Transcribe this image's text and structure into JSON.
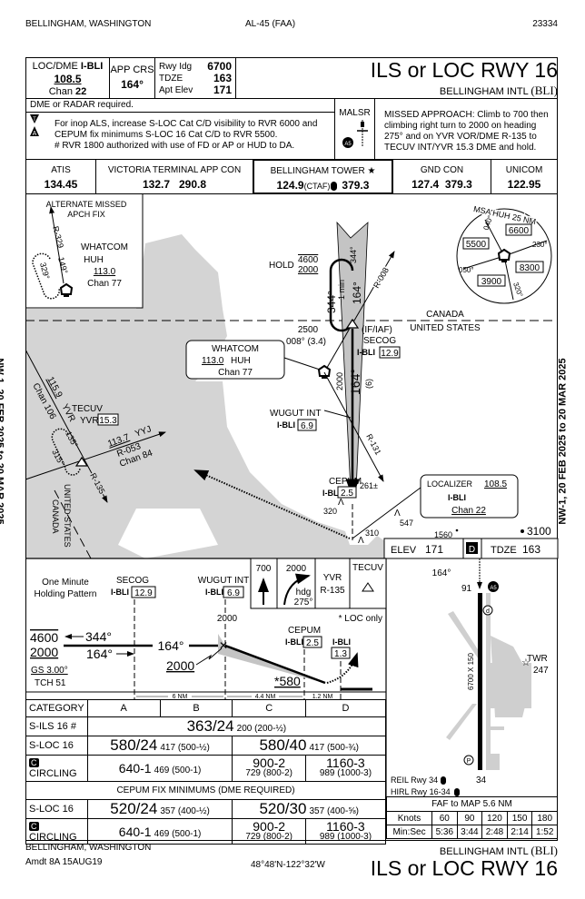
{
  "header": {
    "location": "BELLINGHAM, WASHINGTON",
    "procedure_id": "AL-45 (FAA)",
    "chart_number": "23334",
    "title": "ILS or LOC RWY 16",
    "airport": "BELLINGHAM INTL",
    "airport_id": "(BLI)"
  },
  "side_note": "NW-1, 20 FEB 2025 to 20 MAR 2025",
  "briefing": {
    "loc_label": "LOC/DME",
    "loc_id": "I-BLI",
    "loc_freq": "108.5",
    "chan_label": "Chan",
    "chan": "22",
    "app_crs_label": "APP CRS",
    "app_crs": "164°",
    "rwy_ldg_label": "Rwy Idg",
    "rwy_ldg": "6700",
    "tdze_label": "TDZE",
    "tdze": "163",
    "apt_elev_label": "Apt Elev",
    "apt_elev": "171"
  },
  "notes": {
    "required": "DME or RADAR required.",
    "lines": [
      "For inop ALS, increase S-LOC Cat C/D visibility to RVR 6000 and",
      "CEPUM fix minimums S-LOC 16 Cat C/D to RVR 5500.",
      "# RVR 1800 authorized with use of FD or AP or HUD to DA."
    ],
    "lighting": "MALSR",
    "lighting_badge": "A5",
    "missed": "MISSED APPROACH: Climb to 700 then climbing right turn to 2000 on heading 275° and on YVR VOR/DME R-135 to TECUV INT/YVR 15.3 DME and hold."
  },
  "comms": [
    {
      "label": "ATIS",
      "freq": "134.45"
    },
    {
      "label": "VICTORIA TERMINAL APP CON",
      "freq": "132.7   290.8"
    },
    {
      "label": "BELLINGHAM TOWER ★",
      "freq": "124.9",
      "ctaf": "(CTAF)",
      "freq2": "379.3"
    },
    {
      "label": "GND CON",
      "freq": "127.4  379.3"
    },
    {
      "label": "UNICOM",
      "freq": "122.95"
    }
  ],
  "plan": {
    "alt_title1": "ALTERNATE MISSED",
    "alt_title2": "APCH FIX",
    "alt_r329": "R-329",
    "alt_149": "149°",
    "alt_329": "329°",
    "alt_whatcom": "WHATCOM",
    "alt_huh": "HUH",
    "alt_freq": "113.0",
    "alt_chan": "Chan 77",
    "hold": "HOLD",
    "hold_alt_max": "4600",
    "hold_alt_min": "2000",
    "hold_min": "1 min",
    "hold_344": "344°",
    "crs_344": "344°",
    "crs_164a": "164°",
    "r008": "R-008",
    "alt_2500": "2500",
    "crs_008": "008° (3.4)",
    "whatcom_name": "WHATCOM",
    "whatcom_freq": "113.0",
    "whatcom_id": "HUH",
    "whatcom_chan": "Chan 77",
    "canada": "CANADA",
    "us": "UNITED STATES",
    "secog_role": "(IF/IAF)",
    "secog": "SECOG",
    "secog_loc": "I-BLI",
    "secog_dme": "12.9",
    "alt_2000": "2000",
    "crs_164b": "164°",
    "seg_dist": "(6)",
    "wugut": "WUGUT INT",
    "wugut_loc": "I-BLI",
    "wugut_dme": "6.9",
    "r131": "R-131",
    "cepum": "CEPUM",
    "cepum_loc": "I-BLI",
    "cepum_dme": "2.5",
    "obs_261": "261±",
    "obs_320": "320",
    "obs_547": "547",
    "obs_310": "310",
    "obs_1560": "1560",
    "obs_3100": "3100",
    "loc_title": "LOCALIZER",
    "loc_freq": "108.5",
    "loc_id": "I-BLI",
    "loc_chan": "Chan 22",
    "tecuv": "TECUV",
    "tecuv_vor": "YVR",
    "tecuv_dme": "15.3",
    "yvr_freq": "115.9",
    "yvr_id": "YVR",
    "yvr_chan": "Chan 106",
    "yyj_freq": "113.7",
    "yyj_id": "YYJ",
    "r053": "R-053",
    "yyj_chan": "Chan 84",
    "crs_135": "135°",
    "crs_315": "315°",
    "r135": "R-135",
    "us_v": "UNITED STATES",
    "canada_v": "CANADA",
    "msa_title": "MSA HUH 25 NM",
    "msa_b040": "040°",
    "msa_b230": "230°",
    "msa_b050": "050°",
    "msa_b320": "320°",
    "msa_s1": "6600",
    "msa_s2": "5500",
    "msa_s3": "8300",
    "msa_s4": "3900",
    "elev_label": "ELEV",
    "elev": "171",
    "d_badge": "D",
    "tdze_label": "TDZE",
    "tdze": "163"
  },
  "profile": {
    "hold_note1": "One Minute",
    "hold_note2": "Holding Pattern",
    "secog": "SECOG",
    "secog_loc": "I-BLI",
    "secog_dme": "12.9",
    "wugut": "WUGUT INT",
    "wugut_loc": "I-BLI",
    "wugut_dme": "6.9",
    "alt_2000_top": "2000",
    "loc_only": "* LOC only",
    "cepum": "CEPUM",
    "cepum_loc": "I-BLI",
    "cepum_dme": "2.5",
    "map_loc": "I-BLI",
    "map_dme": "1.3",
    "hold_max": "4600",
    "hold_min": "2000",
    "out_crs": "344°",
    "in_crs": "164°",
    "crs_mid": "164°",
    "gs_alt": "2000",
    "gs": "GS 3.00°",
    "tch": "TCH 51",
    "mda": "*580",
    "dist1": "6 NM",
    "dist2": "4.4 NM",
    "dist3": "1.2 NM",
    "ma_icons": {
      "climb": "700",
      "turn_alt": "2000",
      "hdg": "hdg",
      "hdg_val": "275°",
      "vor": "YVR",
      "radial": "R-135",
      "fix": "TECUV"
    }
  },
  "minimums": {
    "category_label": "CATEGORY",
    "cats": [
      "A",
      "B",
      "C",
      "D"
    ],
    "rows": [
      {
        "label": "S-ILS 16 #",
        "main": "363/24",
        "sub": "200 (200-½)"
      },
      {
        "label": "S-LOC 16",
        "ab_main": "580/24",
        "ab_sub": "417 (500-½)",
        "cd_main": "580/40",
        "cd_sub": "417 (500-¾)"
      },
      {
        "badge": "C",
        "label": "CIRCLING",
        "ab_main": "640-1",
        "ab_sub": "469 (500-1)",
        "c_main": "900-2",
        "c_sub": "729 (800-2)",
        "d_main": "1160-3",
        "d_sub": "989 (1000-3)"
      }
    ],
    "cepum_header": "CEPUM FIX MINIMUMS (DME REQUIRED)",
    "cepum_rows": [
      {
        "label": "S-LOC 16",
        "ab_main": "520/24",
        "ab_sub": "357 (400-½)",
        "cd_main": "520/30",
        "cd_sub": "357 (400-⅝)"
      },
      {
        "badge": "C",
        "label": "CIRCLING",
        "ab_main": "640-1",
        "ab_sub": "469 (500-1)",
        "c_main": "900-2",
        "c_sub": "729 (800-2)",
        "d_main": "1160-3",
        "d_sub": "989 (1000-3)"
      }
    ]
  },
  "airport": {
    "crs": "164°",
    "thr_elev": "91",
    "as_badge": "A5",
    "rwy_dims": "6700 X 150",
    "twr": "TWR",
    "twr_elev": "247",
    "p_badge": "P",
    "d_badge": "d",
    "rwy34": "34",
    "reil": "REIL Rwy 34",
    "hirl": "HIRL Rwy 16-34"
  },
  "faf": {
    "title": "FAF to MAP  5.6 NM",
    "knots_label": "Knots",
    "knots": [
      "60",
      "90",
      "120",
      "150",
      "180"
    ],
    "time_label": "Min:Sec",
    "times": [
      "5:36",
      "3:44",
      "2:48",
      "2:14",
      "1:52"
    ]
  },
  "footer": {
    "location": "BELLINGHAM, WASHINGTON",
    "amendment": "Amdt 8A  15AUG19",
    "coords": "48°48'N-122°32'W",
    "airport": "BELLINGHAM INTL",
    "airport_id": "(BLI)",
    "title": "ILS or LOC RWY 16"
  }
}
